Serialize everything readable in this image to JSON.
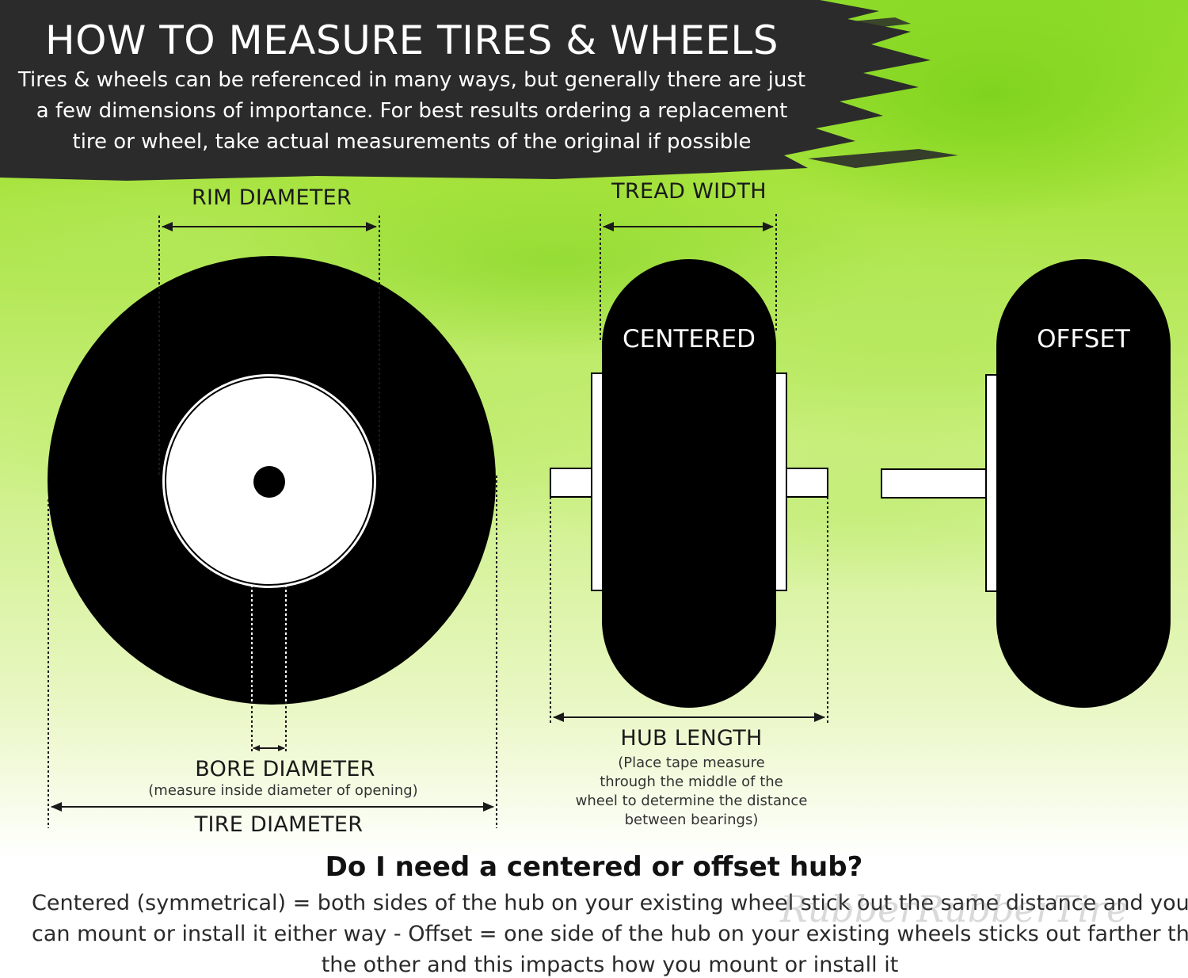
{
  "header": {
    "title": "HOW TO MEASURE TIRES & WHEELS",
    "intro_lines": [
      "Tires & wheels can be referenced in many ways, but generally there are just",
      "a few dimensions of importance. For best results ordering a replacement",
      "tire or wheel, take actual measurements of the original if possible"
    ]
  },
  "labels": {
    "rim_diameter": "RIM DIAMETER",
    "tread_width": "TREAD WIDTH",
    "centered": "CENTERED",
    "offset": "OFFSET",
    "bore_diameter": "BORE DIAMETER",
    "bore_note": "(measure inside diameter of opening)",
    "tire_diameter": "TIRE DIAMETER",
    "hub_length": "HUB LENGTH",
    "hub_note_lines": [
      "(Place tape measure",
      "through the middle of the",
      "wheel to determine the distance",
      "between bearings)"
    ]
  },
  "faq": {
    "question": "Do I need a centered or offset hub?",
    "answer_lines": [
      "Centered (symmetrical) = both sides of the hub on your existing wheel stick out the same distance and you",
      "can mount or install it either way - Offset = one side of the hub on your existing wheels sticks out farther than",
      "the other and this impacts how you mount or install it"
    ]
  },
  "watermark": "RubberRubberTire",
  "colors": {
    "green_light": "#e9f7c4",
    "green_mid": "#a6e33c",
    "green_bright": "#7bd21a",
    "header_bg": "#2b2b2b",
    "tire": "#000000"
  }
}
